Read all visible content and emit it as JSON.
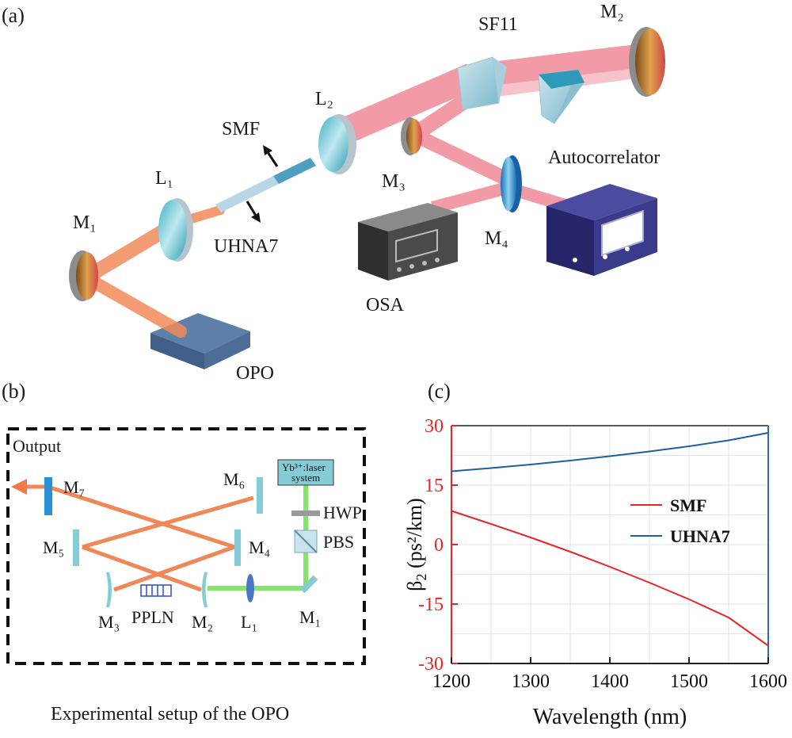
{
  "panel_a": {
    "tag": "(a)",
    "labels": {
      "m1": "M₁",
      "l1": "L₁",
      "smf": "SMF",
      "uhna7": "UHNA7",
      "l2": "L₂",
      "sf11": "SF11",
      "m2": "M₂",
      "m3": "M₃",
      "m4": "M₄",
      "autocorrelator": "Autocorrelator",
      "osa": "OSA",
      "opo": "OPO"
    }
  },
  "panel_b": {
    "tag": "(b)",
    "labels": {
      "output": "Output",
      "yb_line1": "Yb³⁺:laser",
      "yb_line2": "system",
      "m7": "M₇",
      "m6": "M₆",
      "hwp": "HWP",
      "pbs": "PBS",
      "m5": "M₅",
      "m4": "M₄",
      "m3": "M₃",
      "ppln": "PPLN",
      "m2": "M₂",
      "l1": "L₁",
      "m1": "M₁"
    },
    "caption": "Experimental setup of the OPO"
  },
  "panel_c": {
    "tag": "(c)"
  },
  "colors": {
    "pump": "#7ddb5a",
    "signal": "#f07a45",
    "mirror": "#86ccd6",
    "smf_line": "#e8262a",
    "uhna_line": "#1f5fa0",
    "left_axis": "#e8262a",
    "right_axis": "#2c6fb0"
  },
  "chart_data": {
    "type": "line",
    "xlabel": "Wavelength (nm)",
    "ylabel_main": "β",
    "ylabel_sub": "2",
    "ylabel_unit": " (ps²/km)",
    "xlim": [
      1200,
      1600
    ],
    "ylim": [
      -30,
      30
    ],
    "x_ticks": [
      1200,
      1300,
      1400,
      1500,
      1600
    ],
    "y_ticks": [
      30,
      15,
      0,
      -15,
      -30
    ],
    "grid": true,
    "legend_position": "center-right",
    "series": [
      {
        "name": "SMF",
        "color": "#e8262a",
        "x": [
          1200,
          1250,
          1300,
          1350,
          1400,
          1450,
          1500,
          1550,
          1600
        ],
        "y": [
          8.5,
          5.2,
          1.8,
          -1.8,
          -5.6,
          -9.6,
          -13.8,
          -18.4,
          -25.5
        ]
      },
      {
        "name": "UHNA7",
        "color": "#1f5fa0",
        "x": [
          1200,
          1250,
          1300,
          1350,
          1400,
          1450,
          1500,
          1550,
          1600
        ],
        "y": [
          18.5,
          19.3,
          20.2,
          21.2,
          22.3,
          23.5,
          24.8,
          26.3,
          28.2
        ]
      }
    ]
  }
}
